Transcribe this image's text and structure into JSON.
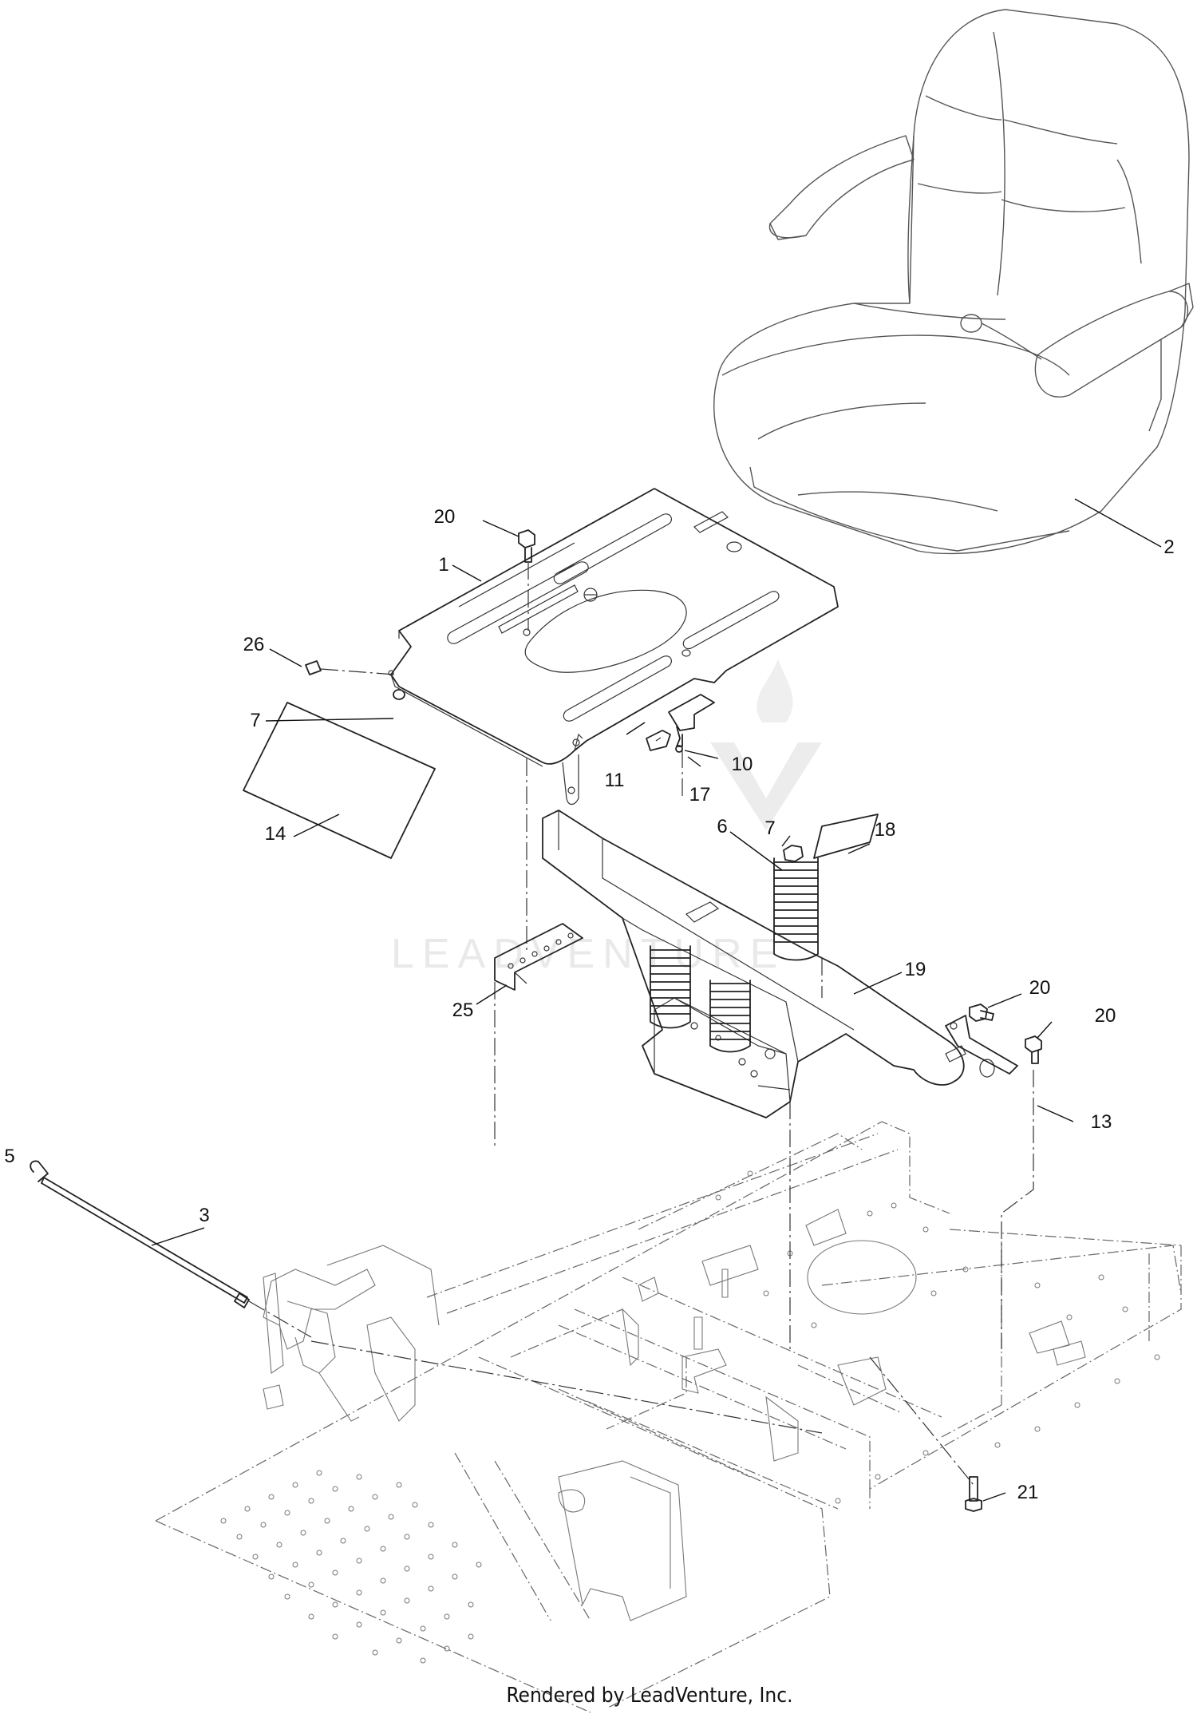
{
  "diagram": {
    "callouts": [
      {
        "id": "c1",
        "label": "1"
      },
      {
        "id": "c2",
        "label": "2"
      },
      {
        "id": "c3",
        "label": "3"
      },
      {
        "id": "c5",
        "label": "5"
      },
      {
        "id": "c6",
        "label": "6"
      },
      {
        "id": "c7a",
        "label": "7"
      },
      {
        "id": "c7b",
        "label": "7"
      },
      {
        "id": "c10",
        "label": "10"
      },
      {
        "id": "c11",
        "label": "11"
      },
      {
        "id": "c13",
        "label": "13"
      },
      {
        "id": "c14",
        "label": "14"
      },
      {
        "id": "c17",
        "label": "17"
      },
      {
        "id": "c18",
        "label": "18"
      },
      {
        "id": "c19",
        "label": "19"
      },
      {
        "id": "c20a",
        "label": "20"
      },
      {
        "id": "c20b",
        "label": "20"
      },
      {
        "id": "c20c",
        "label": "20"
      },
      {
        "id": "c21",
        "label": "21"
      },
      {
        "id": "c25",
        "label": "25"
      },
      {
        "id": "c26",
        "label": "26"
      }
    ],
    "watermark": "LEADVENTURE",
    "footer": "Rendered by LeadVenture, Inc."
  },
  "colors": {
    "line": "#222222",
    "background": "#ffffff",
    "watermark": "#e9e9e9"
  }
}
